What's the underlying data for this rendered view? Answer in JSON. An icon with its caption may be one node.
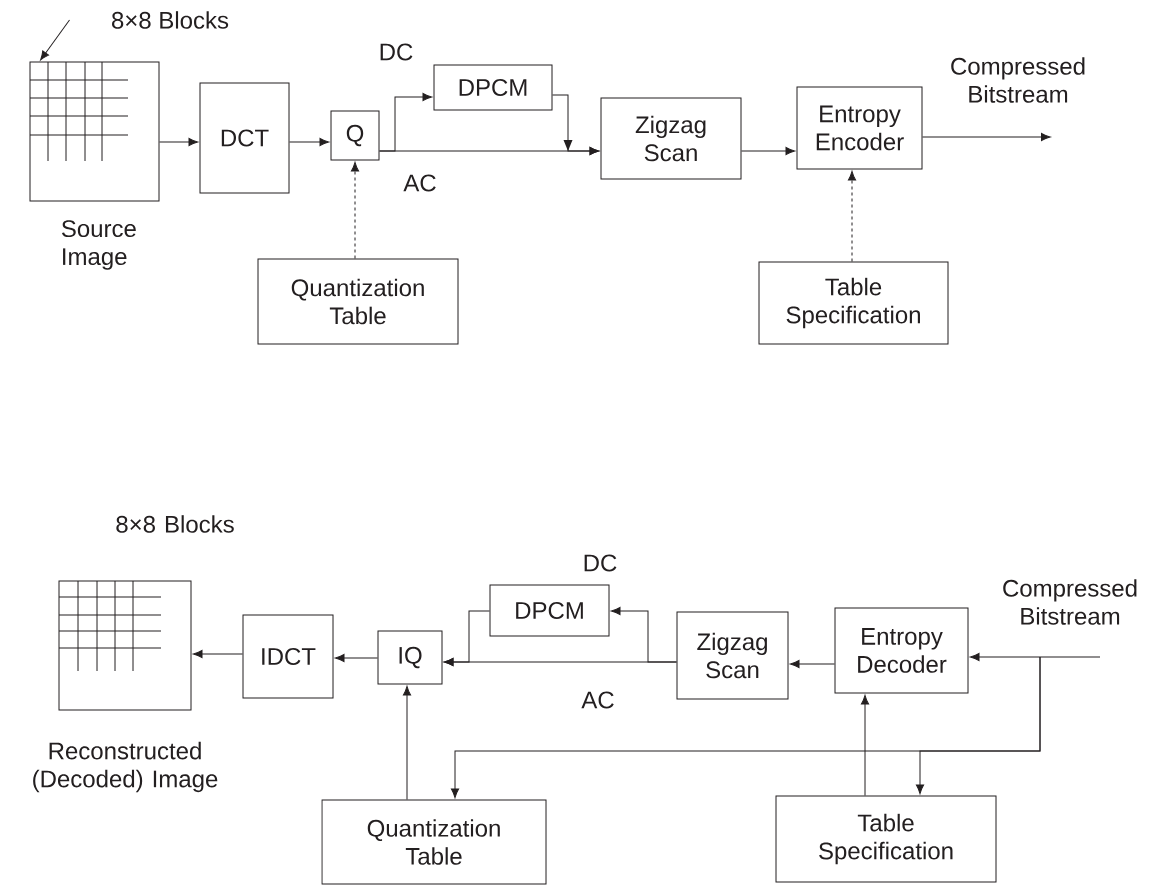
{
  "diagram": {
    "nodes": [
      {
        "text": [
          "8×8 Blocks"
        ]
      },
      {
        "text": [],
        "shape": "box",
        "beside": [
          "Source Image"
        ]
      },
      {
        "text": [
          "DCT"
        ]
      },
      {
        "text": [
          "Q"
        ]
      },
      {
        "text": [
          "DPCM"
        ]
      },
      {
        "text": [
          "Zigzag Scan"
        ]
      },
      {
        "text": [
          "Entropy Encoder"
        ]
      },
      {
        "text": [
          "Quantization Table"
        ]
      },
      {
        "text": [
          "Table Specification"
        ]
      },
      {
        "text": [],
        "shape": "box",
        "beside": [
          "8×8 Blocks",
          "Reconstructed (Decoded) Image"
        ]
      },
      {
        "text": [
          "IDCT"
        ]
      },
      {
        "text": [
          "IQ"
        ]
      },
      {
        "text": [
          "DPCM"
        ]
      },
      {
        "text": [
          "Zigzag Scan"
        ]
      },
      {
        "text": [
          "Entropy Decoder"
        ]
      },
      {
        "text": [
          "Quantization Table"
        ]
      },
      {
        "text": [
          "Table Specification"
        ]
      }
    ],
    "edges": [
      {
        "from": 0,
        "to": 1,
        "arrow": "to"
      },
      {
        "from": 1,
        "to": 2,
        "arrow": "to"
      },
      {
        "from": 2,
        "to": 3,
        "arrow": "to"
      },
      {
        "from": 3,
        "to": 4,
        "arrow": "to",
        "label": "DC"
      },
      {
        "from": 3,
        "to": 5,
        "arrow": "to",
        "label": "AC"
      },
      {
        "from": 4,
        "to": 5,
        "arrow": "to"
      },
      {
        "from": 5,
        "to": 6,
        "arrow": "to"
      },
      {
        "from": 6,
        "to": null,
        "arrow": "to",
        "label": "Compressed Bitstream"
      },
      {
        "from": 7,
        "to": 3,
        "arrow": "to",
        "style": "dashed"
      },
      {
        "from": 8,
        "to": 6,
        "arrow": "to",
        "style": "dashed"
      },
      {
        "from": 14,
        "to": 13,
        "arrow": "to"
      },
      {
        "from": 13,
        "to": 12,
        "arrow": "to",
        "label": "DC"
      },
      {
        "from": 13,
        "to": 11,
        "arrow": "to",
        "label": "AC"
      },
      {
        "from": 12,
        "to": 11,
        "arrow": "to"
      },
      {
        "from": 11,
        "to": 10,
        "arrow": "to"
      },
      {
        "from": 10,
        "to": 9,
        "arrow": "to"
      },
      {
        "from": null,
        "to": 14,
        "arrow": "to",
        "label": "Compressed Bitstream"
      },
      {
        "from": null,
        "to": 15,
        "arrow": "to"
      },
      {
        "from": null,
        "to": 16,
        "arrow": "to"
      },
      {
        "from": 15,
        "to": 11,
        "arrow": "to"
      },
      {
        "from": 16,
        "to": 14,
        "arrow": "to"
      }
    ]
  }
}
